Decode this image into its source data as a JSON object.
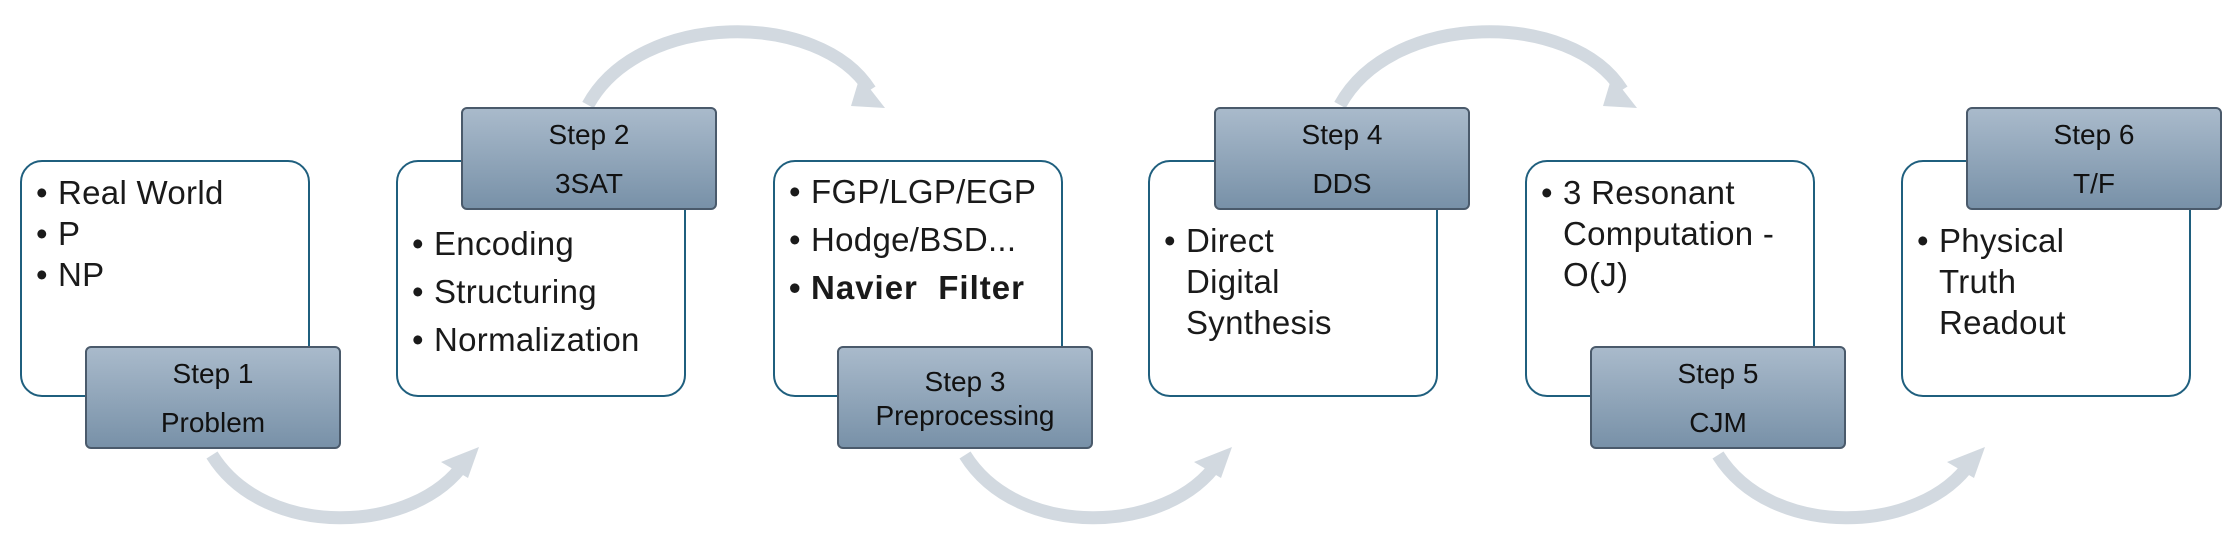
{
  "steps": [
    {
      "title": "Step 1",
      "name": "Problem",
      "items": [
        "Real World",
        "P",
        "NP"
      ]
    },
    {
      "title": "Step 2",
      "name": "3SAT",
      "items": [
        "Encoding",
        "Structuring",
        "Normalization"
      ]
    },
    {
      "title": "Step 3",
      "name": "Preprocessing",
      "items": [
        "FGP/LGP/EGP",
        "Hodge/BSD...",
        "Navier  Filter"
      ]
    },
    {
      "title": "Step 4",
      "name": "DDS",
      "items": [
        "Direct Digital Synthesis"
      ]
    },
    {
      "title": "Step 5",
      "name": "CJM",
      "items": [
        "3 Resonant Computation - O(J)"
      ]
    },
    {
      "title": "Step 6",
      "name": "T/F",
      "items": [
        "Physical Truth Readout"
      ]
    }
  ],
  "colors": {
    "card_border": "#1f5f7e",
    "tab_top": "#a9bacb",
    "tab_bottom": "#7891a8",
    "arrow": "#d2d9e0"
  }
}
